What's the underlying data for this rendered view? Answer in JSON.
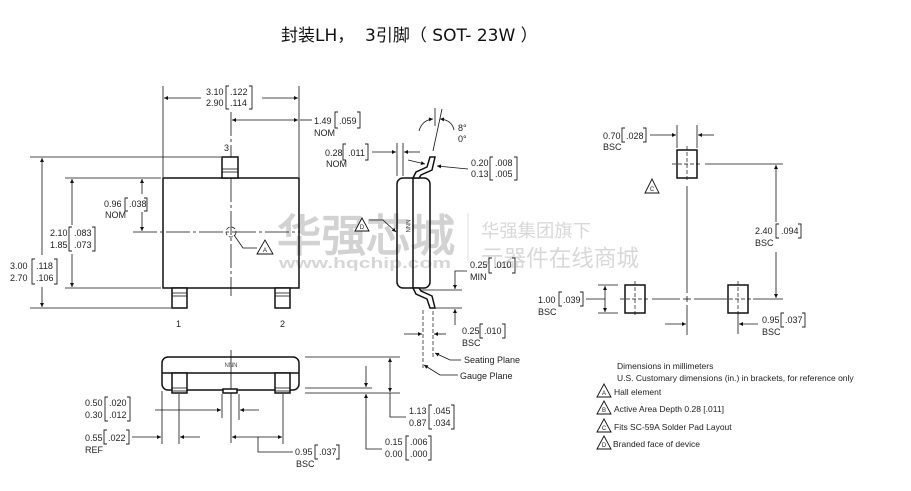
{
  "title": "封装LH，  3引脚（ SOT- 23W ）",
  "pins": {
    "p1": "1",
    "p2": "2",
    "p3": "3"
  },
  "branding_text": "NNN",
  "flags": {
    "a": "A",
    "b": "B",
    "c": "C",
    "d": "D"
  },
  "top_view": {
    "body_width": {
      "max": "3.10",
      "min": "2.90",
      "max_in": ".122",
      "min_in": ".114"
    },
    "pin3_offset": {
      "value": "1.49",
      "value_in": ".059",
      "type": "NOM"
    },
    "overall_height": {
      "max": "3.00",
      "min": "2.70",
      "max_in": ".118",
      "min_in": ".106"
    },
    "body_height": {
      "max": "2.10",
      "min": "1.85",
      "max_in": ".083",
      "min_in": ".073"
    },
    "hall_offset": {
      "value": "0.96",
      "value_in": ".038",
      "type": "NOM"
    }
  },
  "side_view": {
    "lead_thickness_nom": {
      "value": "0.28",
      "value_in": ".011",
      "type": "NOM"
    },
    "lead_thickness": {
      "max": "0.20",
      "min": "0.13",
      "max_in": ".008",
      "min_in": ".005"
    },
    "lead_angle": {
      "max": "8°",
      "min": "0°"
    },
    "standoff_min": {
      "value": "0.25",
      "value_in": ".010",
      "type": "MIN"
    },
    "gauge_length": {
      "value": "0.25",
      "value_in": ".010",
      "type": "BSC"
    },
    "seating_plane_label": "Seating Plane",
    "gauge_plane_label": "Gauge Plane"
  },
  "front_view": {
    "lead_width": {
      "max": "0.50",
      "min": "0.30",
      "max_in": ".020",
      "min_in": ".012"
    },
    "lead_ref": {
      "value": "0.55",
      "value_in": ".022",
      "type": "REF"
    },
    "lead_pitch": {
      "value": "0.95",
      "value_in": ".037",
      "type": "BSC"
    },
    "package_height": {
      "max": "1.13",
      "min": "0.87",
      "max_in": ".045",
      "min_in": ".034"
    },
    "standoff": {
      "max": "0.15",
      "min": "0.00",
      "max_in": ".006",
      "min_in": ".000"
    }
  },
  "land_pattern": {
    "pad_width": {
      "value": "0.70",
      "value_in": ".028",
      "type": "BSC"
    },
    "row_spacing": {
      "value": "2.40",
      "value_in": ".094",
      "type": "BSC"
    },
    "pad_length": {
      "value": "1.00",
      "value_in": ".039",
      "type": "BSC"
    },
    "pad_pitch": {
      "value": "0.95",
      "value_in": ".037",
      "type": "BSC"
    }
  },
  "notes": {
    "units": "Dimensions in millimeters",
    "customary": "U.S. Customary dimensions (in.) in brackets, for reference only",
    "flagged": [
      {
        "flag": "A",
        "text": "Hall element"
      },
      {
        "flag": "B",
        "text": "Active Area Depth 0.28 [.011]"
      },
      {
        "flag": "C",
        "text": "Fits SC-59A Solder Pad Layout"
      },
      {
        "flag": "D",
        "text": "Branded face of device"
      }
    ]
  },
  "watermark": {
    "brand": "华强芯城",
    "url": "www.hqchip.com",
    "tagline1": "华强集团旗下",
    "tagline2": "元器件在线商城"
  }
}
